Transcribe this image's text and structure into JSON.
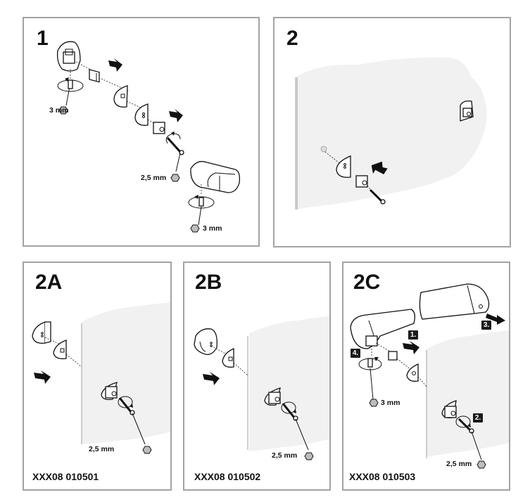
{
  "document": {
    "panels": [
      {
        "id": "1",
        "title": "1",
        "labels": {
          "hex_top": "3 mm",
          "hex_mid": "2,5 mm",
          "hex_bottom": "3 mm"
        }
      },
      {
        "id": "2",
        "title": "2"
      },
      {
        "id": "2A",
        "title": "2A",
        "labels": {
          "hex": "2,5 mm"
        },
        "code": "XXX08 010501"
      },
      {
        "id": "2B",
        "title": "2B",
        "labels": {
          "hex": "2,5 mm"
        },
        "code": "XXX08 010502"
      },
      {
        "id": "2C",
        "title": "2C",
        "labels": {
          "hex_left": "3 mm",
          "hex_right": "2,5 mm"
        },
        "code": "XXX08 010503",
        "steps": [
          "1.",
          "2.",
          "3.",
          "4."
        ]
      }
    ],
    "icons": {
      "hex_key": "hex-key-icon",
      "direction_arrow": "arrow-icon",
      "rotate": "rotate-icon"
    },
    "colors": {
      "border": "#a3a3a3",
      "wall": "#f1f1f1",
      "ink": "#111111",
      "hex_fill": "#bdbdbd"
    }
  }
}
